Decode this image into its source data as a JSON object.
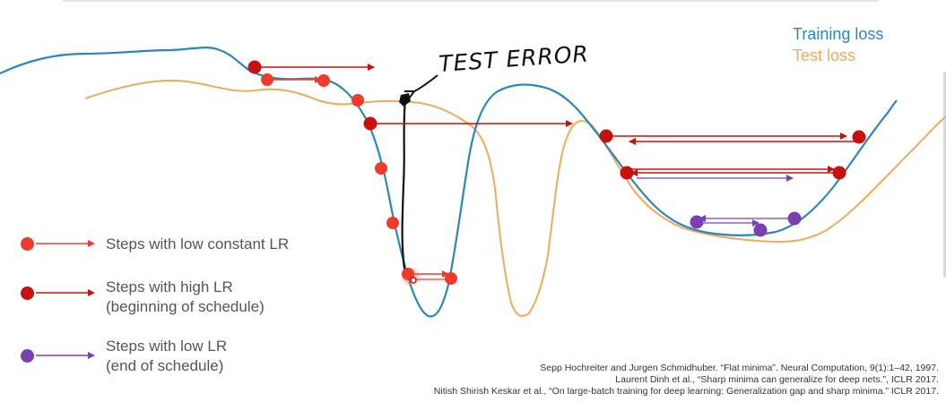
{
  "legend": {
    "training_loss": "Training loss",
    "test_loss": "Test loss"
  },
  "annotation": {
    "text": "TEST ERROR"
  },
  "key": [
    {
      "line1": "Steps with low constant LR",
      "line2": ""
    },
    {
      "line1": "Steps with high LR",
      "line2": "(beginning of schedule)"
    },
    {
      "line1": "Steps with low LR",
      "line2": "(end of schedule)"
    }
  ],
  "references": [
    "Sepp Hochreiter and Jurgen Schmidhuber. “Flat minima”. Neural Computation, 9(1):1–42, 1997.",
    "Laurent Dinh et al., “Sharp minima can generalize for deep nets.”, ICLR 2017.",
    "Nitish Shirish Keskar et al., “On large-batch training for deep learning: Generalization gap and sharp minima.” ICLR 2017."
  ],
  "colors": {
    "training_loss": "#2a86bf",
    "test_loss": "#efaa5c",
    "low_constant_lr": "#f03a2a",
    "high_lr": "#c8100c",
    "low_lr_end": "#7a3fb0",
    "annotation_ink": "#111111"
  }
}
